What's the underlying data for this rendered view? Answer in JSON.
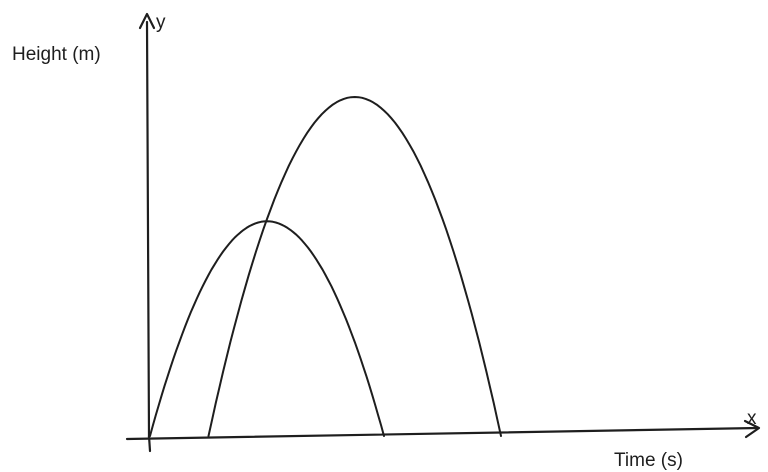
{
  "diagram": {
    "y_axis_label": "Height (m)",
    "x_axis_label": "Time (s)",
    "y_axis_letter": "y",
    "x_axis_letter": "x",
    "ink_color": "#1e1e1e",
    "curves": [
      {
        "start_time": 0.0,
        "end_time": 4.0,
        "peak_height": 3.8
      },
      {
        "start_time": 1.0,
        "end_time": 6.0,
        "peak_height": 6.0
      }
    ]
  }
}
